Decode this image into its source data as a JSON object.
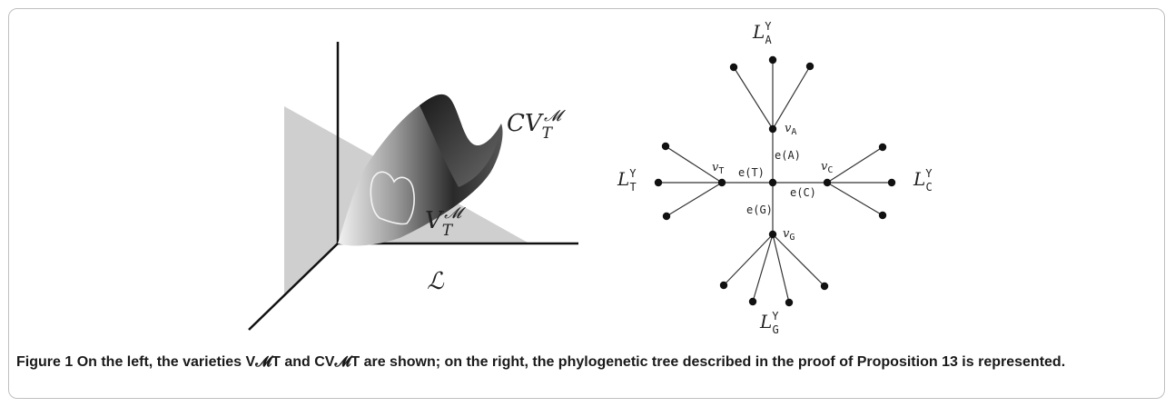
{
  "left_figure": {
    "surface_label": "CV",
    "surface_label_sub": "T",
    "surface_label_sup": "𝓜",
    "variety_label": "V",
    "variety_label_sub": "T",
    "variety_label_sup": "𝓜",
    "plane_label": "ℒ"
  },
  "tree": {
    "leaf_labels": {
      "A": {
        "base": "L",
        "sup": "Y",
        "sub": "A"
      },
      "C": {
        "base": "L",
        "sup": "Y",
        "sub": "C"
      },
      "G": {
        "base": "L",
        "sup": "Y",
        "sub": "G"
      },
      "T": {
        "base": "L",
        "sup": "Y",
        "sub": "T"
      }
    },
    "node_labels": {
      "A": {
        "base": "v",
        "sub": "A"
      },
      "C": {
        "base": "v",
        "sub": "C"
      },
      "G": {
        "base": "v",
        "sub": "G"
      },
      "T": {
        "base": "v",
        "sub": "T"
      }
    },
    "edge_labels": {
      "A": "e(A)",
      "C": "e(C)",
      "G": "e(G)",
      "T": "e(T)"
    }
  },
  "caption": {
    "label": "Figure 1",
    "text": "On the left, the varieties V𝓜T and CV𝓜T are shown; on the right, the phylogenetic tree described in the proof of Proposition 13 is represented."
  }
}
